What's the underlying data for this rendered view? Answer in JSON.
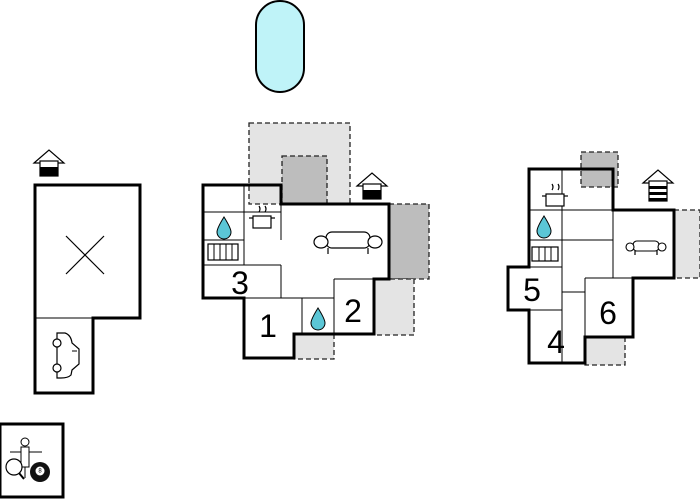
{
  "rooms": {
    "r1": "1",
    "r2": "2",
    "r3": "3",
    "r4": "4",
    "r5": "5",
    "r6": "6"
  },
  "icons": [
    "pool-icon",
    "entrance-icon",
    "sofa-icon",
    "cooking-pot-icon",
    "water-drop-icon",
    "radiator-icon",
    "car-icon",
    "empty-room-cross-icon",
    "table-tennis-icon",
    "billiard-ball-icon"
  ],
  "colors": {
    "pool": "#bff3f8",
    "water": "#5bc6d6",
    "terrace": "#e4e4e4",
    "covered": "#bdbdbd"
  }
}
